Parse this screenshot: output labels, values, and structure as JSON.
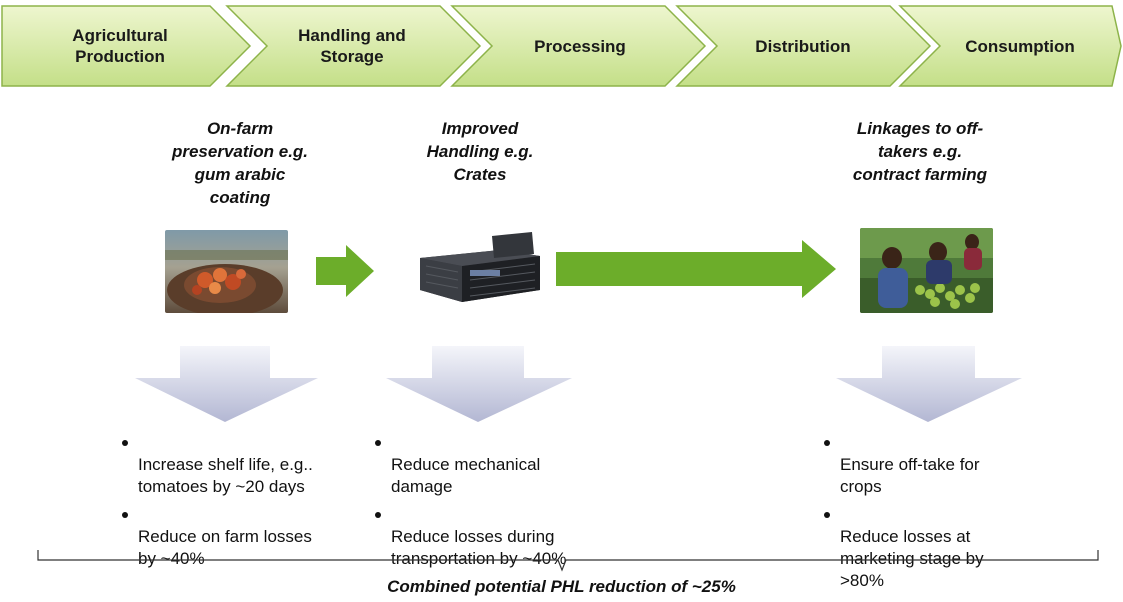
{
  "stages": [
    {
      "label": "Agricultural\nProduction"
    },
    {
      "label": "Handling and\nStorage"
    },
    {
      "label": "Processing"
    },
    {
      "label": "Distribution"
    },
    {
      "label": "Consumption"
    }
  ],
  "interventions": [
    {
      "text": "On-farm\npreservation e.g.\ngum arabic\ncoating"
    },
    {
      "text": "Improved\nHandling e.g.\nCrates"
    },
    {
      "text": "Linkages to off-\ntakers e.g.\ncontract farming"
    }
  ],
  "images": [
    {
      "name": "gum-arabic-photo"
    },
    {
      "name": "crate-photo"
    },
    {
      "name": "farmers-photo"
    }
  ],
  "benefits": [
    {
      "items": [
        "Increase shelf life, e.g..\ntomatoes by ~20 days",
        "Reduce on farm losses\nby ~40%"
      ]
    },
    {
      "items": [
        "Reduce mechanical\ndamage",
        "Reduce losses during\ntransportation by ~40%"
      ]
    },
    {
      "items": [
        "Ensure off-take for\ncrops",
        "Reduce losses at\nmarketing stage by\n>80%"
      ]
    }
  ],
  "summary": "Combined potential PHL reduction of ~25%",
  "colors": {
    "chevron_fill_top": "#eef6cf",
    "chevron_fill_bottom": "#c4df88",
    "chevron_stroke": "#8db34a",
    "green_arrow": "#6cad2a",
    "down_arrow_top": "#f4f5fa",
    "down_arrow_bottom": "#b3b7d3"
  }
}
